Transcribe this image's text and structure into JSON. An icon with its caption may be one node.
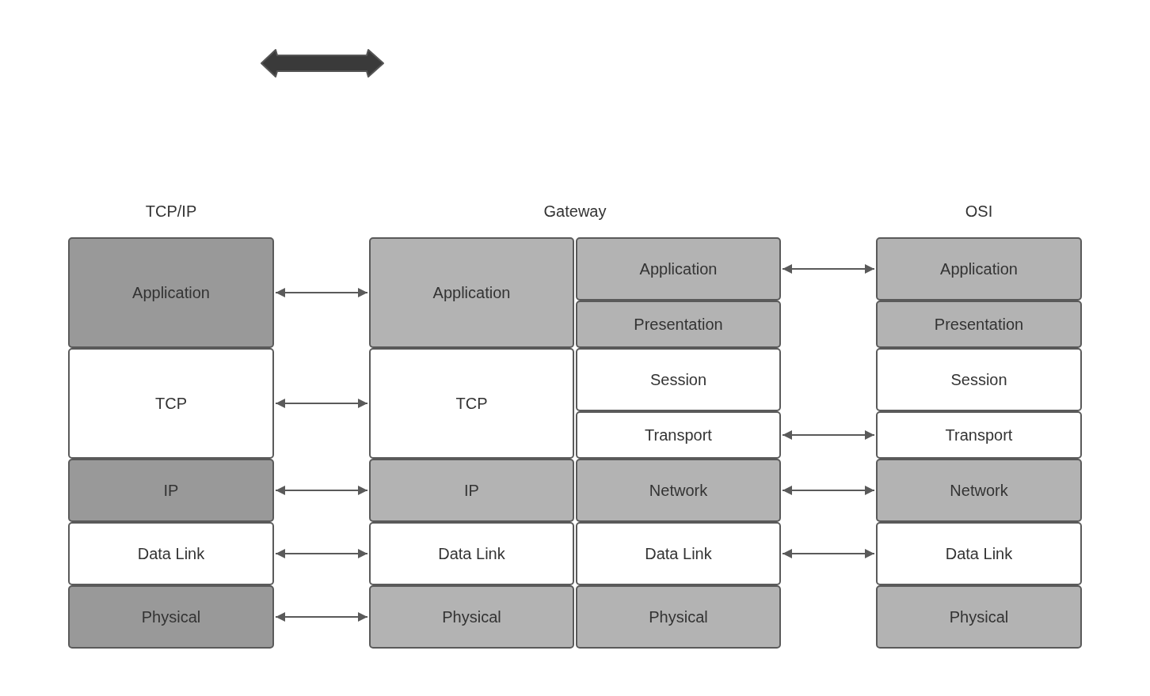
{
  "diagram": {
    "nodes": [
      {
        "text": [
          "Application"
        ]
      },
      {
        "text": [
          "TCP"
        ]
      },
      {
        "text": [
          "IP"
        ]
      },
      {
        "text": [
          "Data Link"
        ]
      },
      {
        "text": [
          "Physical"
        ]
      },
      {
        "text": [
          "Application"
        ]
      },
      {
        "text": [
          "TCP"
        ]
      },
      {
        "text": [
          "IP"
        ]
      },
      {
        "text": [
          "Data Link"
        ]
      },
      {
        "text": [
          "Physical"
        ]
      },
      {
        "text": [
          "Application"
        ]
      },
      {
        "text": [
          "Presentation"
        ]
      },
      {
        "text": [
          "Session"
        ]
      },
      {
        "text": [
          "Transport"
        ]
      },
      {
        "text": [
          "Network"
        ]
      },
      {
        "text": [
          "Data Link"
        ]
      },
      {
        "text": [
          "Physical"
        ]
      },
      {
        "text": [
          "Application"
        ]
      },
      {
        "text": [
          "Presentation"
        ]
      },
      {
        "text": [
          "Session"
        ]
      },
      {
        "text": [
          "Transport"
        ]
      },
      {
        "text": [
          "Network"
        ]
      },
      {
        "text": [
          "Data Link"
        ]
      },
      {
        "text": [
          "Physical"
        ]
      }
    ],
    "edges": [
      {
        "from": 0,
        "to": 5,
        "arrow": "both"
      },
      {
        "from": 1,
        "to": 6,
        "arrow": "both"
      },
      {
        "from": 2,
        "to": 7,
        "arrow": "both"
      },
      {
        "from": 3,
        "to": 8,
        "arrow": "both"
      },
      {
        "from": 4,
        "to": 9,
        "arrow": "both"
      },
      {
        "from": 10,
        "to": 17,
        "arrow": "both"
      },
      {
        "from": 13,
        "to": 20,
        "arrow": "both"
      },
      {
        "from": 14,
        "to": 21,
        "arrow": "both"
      },
      {
        "from": 15,
        "to": 22,
        "arrow": "both"
      }
    ],
    "labels": [
      "TCP/IP",
      "Gateway",
      "OSI"
    ]
  }
}
